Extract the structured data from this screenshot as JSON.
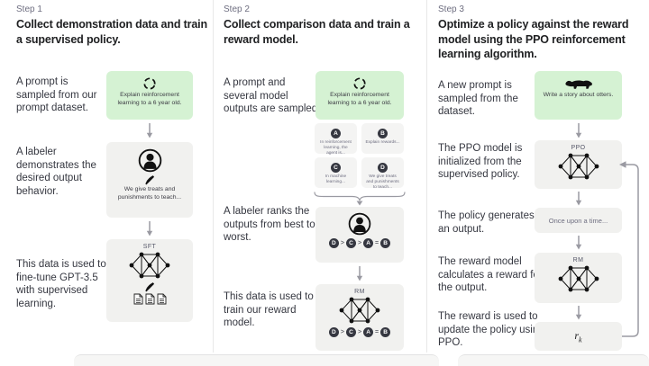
{
  "colors": {
    "green_box": "#d5f2d3",
    "gray_box": "#f1f1ef",
    "dark_circle": "#353740",
    "heading_text": "#202123",
    "body_text": "#353740",
    "muted_text": "#6e6e80",
    "arrow_gray": "#9a9aa2",
    "divider": "#e8e8e8"
  },
  "icons": {
    "refresh": "dashed-circular-arrows",
    "labeler": "person-in-circle",
    "pen": "writing-pen",
    "documents": "document-stack",
    "network": "neural-network-graph",
    "otter": "otter-silhouette",
    "arrow_down": "down-arrow",
    "brace": "curly-brace-down",
    "loop": "feedback-loop-arrow"
  },
  "step1": {
    "label": "Step 1",
    "heading": "Collect demonstration data and train a supervised policy.",
    "captions": [
      "A prompt is sampled from our prompt dataset.",
      "A labeler demonstrates the desired output behavior.",
      "This data is used to fine-tune GPT-3.5 with supervised learning."
    ],
    "prompt_text": "Explain reinforcement learning to a 6 year old.",
    "labeler_text": "We give treats and punishments to teach...",
    "sft_label": "SFT"
  },
  "step2": {
    "label": "Step 2",
    "heading": "Collect comparison data and train a reward model.",
    "captions": [
      "A prompt and several model outputs are sampled.",
      "A labeler ranks the outputs from best to worst.",
      "This data is used to train our reward model."
    ],
    "prompt_text": "Explain reinforcement learning to a 6 year old.",
    "outputs": [
      {
        "letter": "A",
        "text": "In reinforcement learning, the agent is..."
      },
      {
        "letter": "B",
        "text": "Explain rewards..."
      },
      {
        "letter": "C",
        "text": "In machine learning..."
      },
      {
        "letter": "D",
        "text": "We give treats and punishments to teach..."
      }
    ],
    "ranking": {
      "r0": "D",
      "s0": ">",
      "r1": "C",
      "s1": ">",
      "r2": "A",
      "s2": "=",
      "r3": "B"
    },
    "rm_label": "RM"
  },
  "step3": {
    "label": "Step 3",
    "heading": "Optimize a policy against the reward model using the PPO reinforcement learning algorithm.",
    "captions": [
      "A new prompt is sampled from the dataset.",
      "The PPO model is initialized from the supervised policy.",
      "The policy generates an output.",
      "The reward model calculates a reward for the output.",
      "The reward is used to update the policy using PPO."
    ],
    "prompt_text": "Write a story about otters.",
    "ppo_label": "PPO",
    "output_text": "Once upon a time...",
    "rm_label": "RM",
    "reward_symbol": "r",
    "reward_subscript": "k"
  }
}
